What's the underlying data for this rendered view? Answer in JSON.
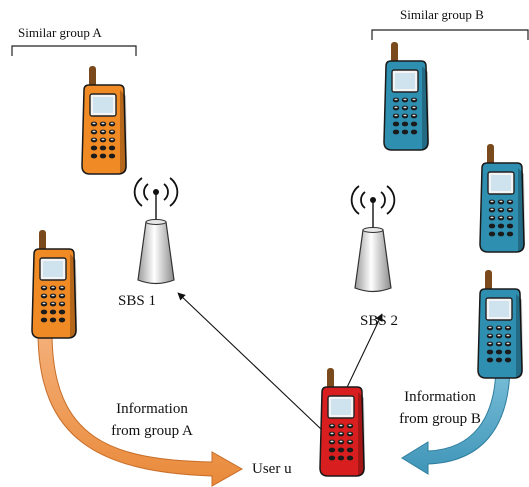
{
  "groups": {
    "a": {
      "label": "Similar group A"
    },
    "b": {
      "label": "Similar group B"
    }
  },
  "base_stations": {
    "sbs1": {
      "label": "SBS 1"
    },
    "sbs2": {
      "label": "SBS 2"
    }
  },
  "user": {
    "label": "User u"
  },
  "flows": {
    "from_a": {
      "line1": "Information",
      "line2": "from group A"
    },
    "from_b": {
      "line1": "Information",
      "line2": "from group B"
    }
  },
  "colors": {
    "group_a": "#f08a24",
    "group_b": "#2f8fb0",
    "user": "#d81e1e",
    "arrow_a": "#f0a060",
    "arrow_b": "#5aaac8"
  },
  "icons": {
    "phone": "mobile-phone-icon",
    "tower": "antenna-tower-icon",
    "signal": "wireless-signal-icon"
  }
}
